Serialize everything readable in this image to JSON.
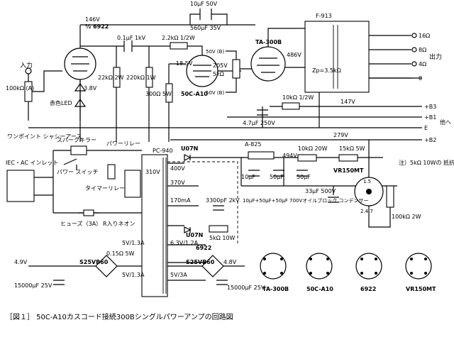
{
  "caption": "［図１］ 50C-A10カスコード接続300Bシングルパワーアンプの回路図",
  "tubes": {
    "input": "½ 6922",
    "driver": "50C-A10",
    "output": "TA-300B",
    "regulator": "VR150MT"
  },
  "labels": {
    "input": "入力",
    "output": "出力",
    "chassis_earth": "ワンポイント シャシーアース",
    "spark_killer": "スパークキラー",
    "power_relay": "パワーリレー",
    "inlet": "IEC・AC インレット",
    "power_switch": "パワー スイッチ",
    "timer_relay": "タイマーリレー",
    "fuse": "ヒューズ（3A）",
    "neon": "R入りネオン",
    "others": "他へ",
    "note": "注）5kΩ 10Wの 抵抗を直列に 接続",
    "block_cap": "10μF+50μF+50μF 700Vオイルブロック コンデンサー",
    "red_led": "赤色LED",
    "trans_power": "PC-940",
    "trans_out": "F-913",
    "choke": "A-825",
    "rect1": "U07N",
    "rect2": "U07N",
    "bridge1": "S25VB60",
    "bridge2": "S25VB60",
    "heater": "6922"
  },
  "values": {
    "v146": "146V",
    "c01": "0.1μF 1kV",
    "r22k": "22kΩ 2W",
    "r220k": "220kΩ 1W",
    "r300": "300Ω 5W",
    "r100k": "100kΩ (A)",
    "r22k2": "2.2kΩ 1/2W",
    "v185": "18.5V",
    "v38": "3.8V",
    "c10u50": "10μF 50V",
    "c560": "560μF 35V",
    "v205": "205V",
    "r5k": "5kΩ",
    "v486": "486V",
    "zp": "Zp=3.5kΩ",
    "r10k": "10kΩ 1/2W",
    "c47": "4.7μF 250V",
    "v147": "147V",
    "v279": "279V",
    "v494": "494V",
    "r10k20": "10kΩ 20W",
    "r15k": "15kΩ 5W",
    "c33": "33μF 500V",
    "r100k2": "100kΩ 2W",
    "c3300": "3300pF 2kV",
    "r5k10": "5kΩ 10W",
    "c10u": "10μF",
    "c50u": "50μF",
    "c50u2": "50μF",
    "ma170": "170mA",
    "v400": "400V",
    "v370": "370V",
    "v310": "310V",
    "h63": "6.3V/1.2A",
    "h5a": "5V/1.3A",
    "h5b": "5V/1.3A",
    "h53": "5V/3A",
    "v49": "4.9V",
    "v48": "4.8V",
    "r015": "0.15Ω 5W",
    "c15000a": "15000μF 25V",
    "c15000b": "15000μF 25V",
    "o16": "16Ω",
    "o8": "8Ω",
    "o4": "4Ω",
    "o0": "0",
    "v15": "1.5",
    "v247": "2.4.7",
    "v50": "50V (B)",
    "v50b": "50V (B)"
  },
  "rails": [
    "+B3",
    "+B1",
    "E",
    "+B2"
  ],
  "colors": [
    "緑",
    "橙",
    "赤",
    "茶",
    "黒",
    "白",
    "黄",
    "紫",
    "灰",
    "青"
  ]
}
